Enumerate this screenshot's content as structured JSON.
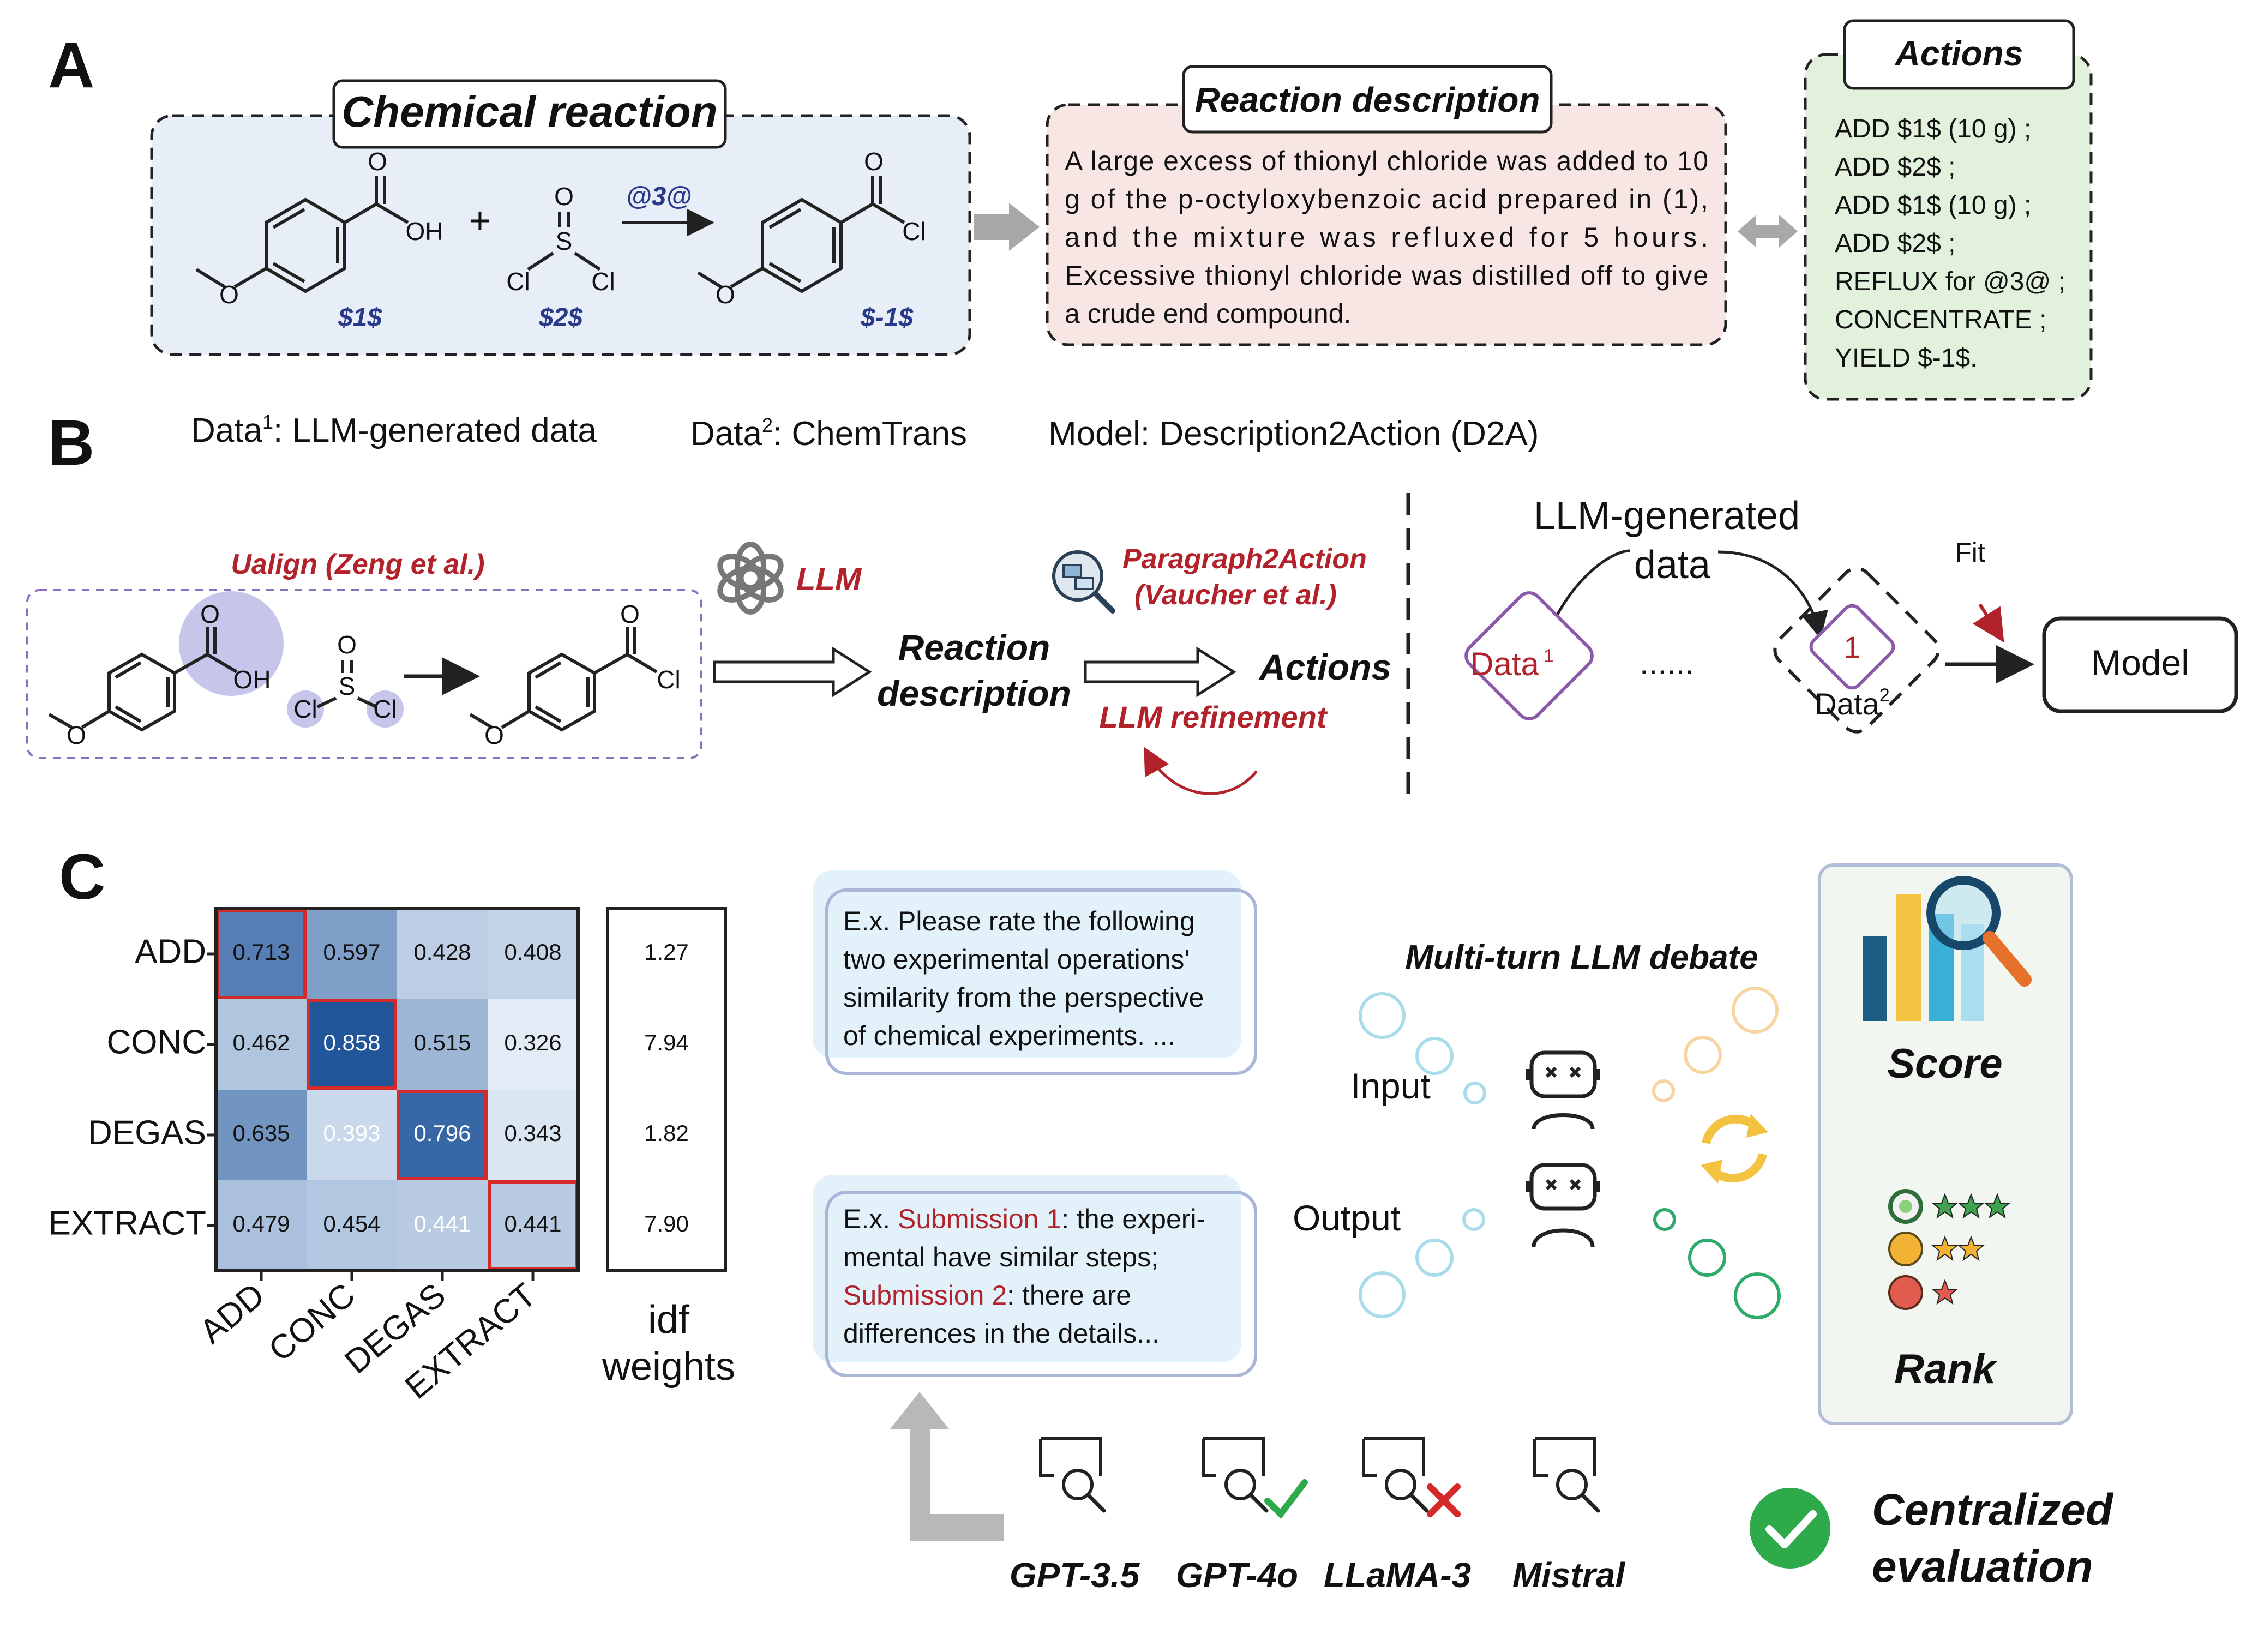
{
  "panel_labels": {
    "a": "A",
    "b": "B",
    "c": "C"
  },
  "panel_a": {
    "chem_reaction_title": "Chemical reaction",
    "reaction_desc_title": "Reaction description",
    "actions_title": "Actions",
    "plus_sign": "+",
    "condition_label": "@3@",
    "reactant1_id": "$1$",
    "reactant2_id": "$2$",
    "product_id": "$-1$",
    "atoms": {
      "oh": "OH",
      "o": "O",
      "s": "S",
      "cl": "Cl"
    },
    "description_lines": [
      "A large excess of thionyl chloride was added to 10",
      "g of the p-octyloxybenzoic acid prepared in (1),",
      "and the mixture was refluxed for 5 hours.",
      "Excessive thionyl chloride was distilled off to give",
      "a crude end compound."
    ],
    "action_lines": [
      "ADD $1$ (10 g) ;",
      "ADD $2$ ;",
      "ADD $1$ (10 g) ;",
      "ADD $2$ ;",
      "REFLUX for @3@ ;",
      "CONCENTRATE ;",
      "YIELD $-1$."
    ]
  },
  "panel_b": {
    "data1_prefix": "Data",
    "data1_sup": "1",
    "data1_label": ": LLM-generated data",
    "data2_prefix": "Data",
    "data2_sup": "2",
    "data2_label": ": ChemTrans",
    "model_label": "Model: Description2Action (D2A)",
    "ualign_label": "Ualign (Zeng et al.)",
    "llm_label": "LLM",
    "paragraph2action_label": "Paragraph2Action",
    "vaucher_label": "(Vaucher et al.)",
    "reaction_desc_line1": "Reaction",
    "reaction_desc_line2": "description",
    "actions_label": "Actions",
    "llm_refinement_label": "LLM refinement",
    "llm_generated_line1": "LLM-generated",
    "llm_generated_line2": "data",
    "data1_box_label": "Data",
    "data1_box_sup": "1",
    "ellipsis": "......",
    "inner_one": "1",
    "data2_box_label": "Data",
    "data2_box_sup": "2",
    "fit_label": "Fit",
    "model_box_label": "Model"
  },
  "panel_c": {
    "idf_label_line1": "idf",
    "idf_label_line2": "weights",
    "prompt_text_lines": [
      "E.x. Please rate the following",
      "two experimental operations'",
      "similarity from the perspective",
      "of chemical experiments. ..."
    ],
    "submission_lines": [
      {
        "red": "",
        "black": "E.x. ",
        "red2": "Submission 1",
        "rest": ": the experi-"
      },
      {
        "red": "",
        "black": "mental have similar steps;",
        "red2": "",
        "rest": ""
      },
      {
        "red": "Submission 2",
        "black": ": there are",
        "red2": "",
        "rest": ""
      },
      {
        "red": "",
        "black": "differences in the details...",
        "red2": "",
        "rest": ""
      }
    ],
    "debate_title": "Multi-turn LLM debate",
    "input_label": "Input",
    "output_label": "Output",
    "score_label": "Score",
    "rank_label": "Rank",
    "centralized_line1": "Centralized",
    "centralized_line2": "evaluation",
    "models": [
      "GPT-3.5",
      "GPT-4o",
      "LLaMA-3",
      "Mistral"
    ],
    "model_marks": [
      "none",
      "check",
      "cross",
      "none"
    ]
  },
  "chart_data": {
    "type": "heatmap",
    "rows": [
      "ADD",
      "CONC",
      "DEGAS",
      "EXTRACT"
    ],
    "columns": [
      "ADD",
      "CONC",
      "DEGAS",
      "EXTRACT"
    ],
    "values": [
      [
        0.713,
        0.597,
        0.428,
        0.408
      ],
      [
        0.462,
        0.858,
        0.515,
        0.326
      ],
      [
        0.635,
        0.393,
        0.796,
        0.343
      ],
      [
        0.479,
        0.454,
        0.441,
        0.441
      ]
    ],
    "value_labels": [
      [
        "0.713",
        "0.597",
        "0.428",
        "0.408"
      ],
      [
        "0.462",
        "0.858",
        "0.515",
        "0.326"
      ],
      [
        "0.635",
        "0.393",
        "0.796",
        "0.343"
      ],
      [
        "0.479",
        "0.454",
        "0.441",
        "0.441"
      ]
    ],
    "light_text_cells": [
      [
        2,
        1
      ],
      [
        3,
        2
      ]
    ],
    "highlighted_cells": [
      [
        0,
        0
      ],
      [
        1,
        1
      ],
      [
        2,
        2
      ],
      [
        3,
        3
      ]
    ],
    "idf_weights": [
      1.27,
      7.94,
      1.82,
      7.9
    ],
    "idf_labels": [
      "1.27",
      "7.94",
      "1.82",
      "7.90"
    ],
    "colormap": "Blues",
    "highlight_color": "#d42a2a"
  },
  "colors": {
    "chem_box_fill": "#e8eef7",
    "desc_box_fill": "#f7e6e3",
    "actions_box_fill": "#e2f1db",
    "accent_red": "#b2222a",
    "purple": "#8b5aa8",
    "score_box_fill": "#f2f6f1",
    "green_check": "#2eaa4a"
  }
}
